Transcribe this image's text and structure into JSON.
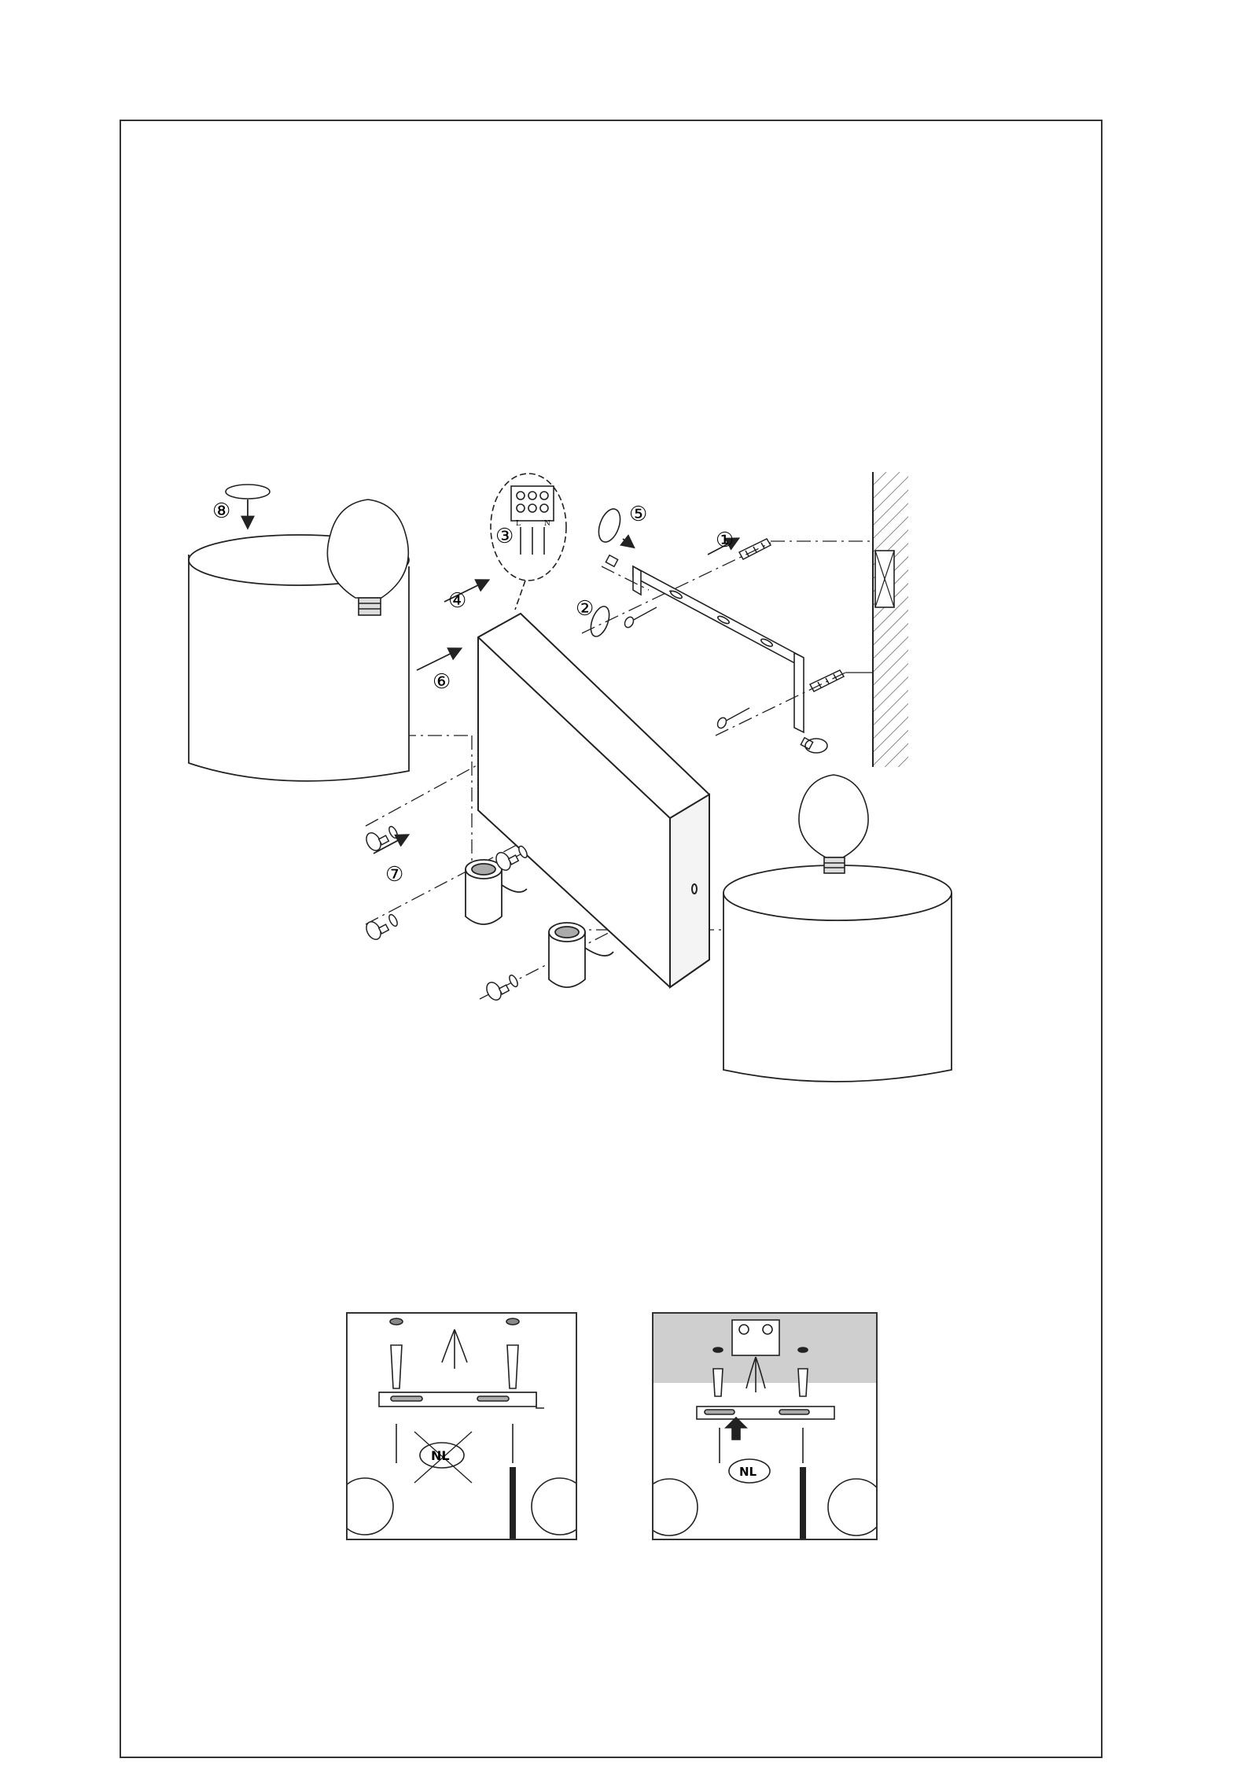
{
  "steps": {
    "step1": "①",
    "step2": "②",
    "step3": "③",
    "step4": "④",
    "step5": "⑤",
    "step6": "⑥",
    "step7": "⑦",
    "step8": "⑧"
  },
  "terminal_block": {
    "label_l": "L",
    "label_n": "N"
  },
  "insets": {
    "wrong_label": "NL",
    "right_label": "NL"
  }
}
